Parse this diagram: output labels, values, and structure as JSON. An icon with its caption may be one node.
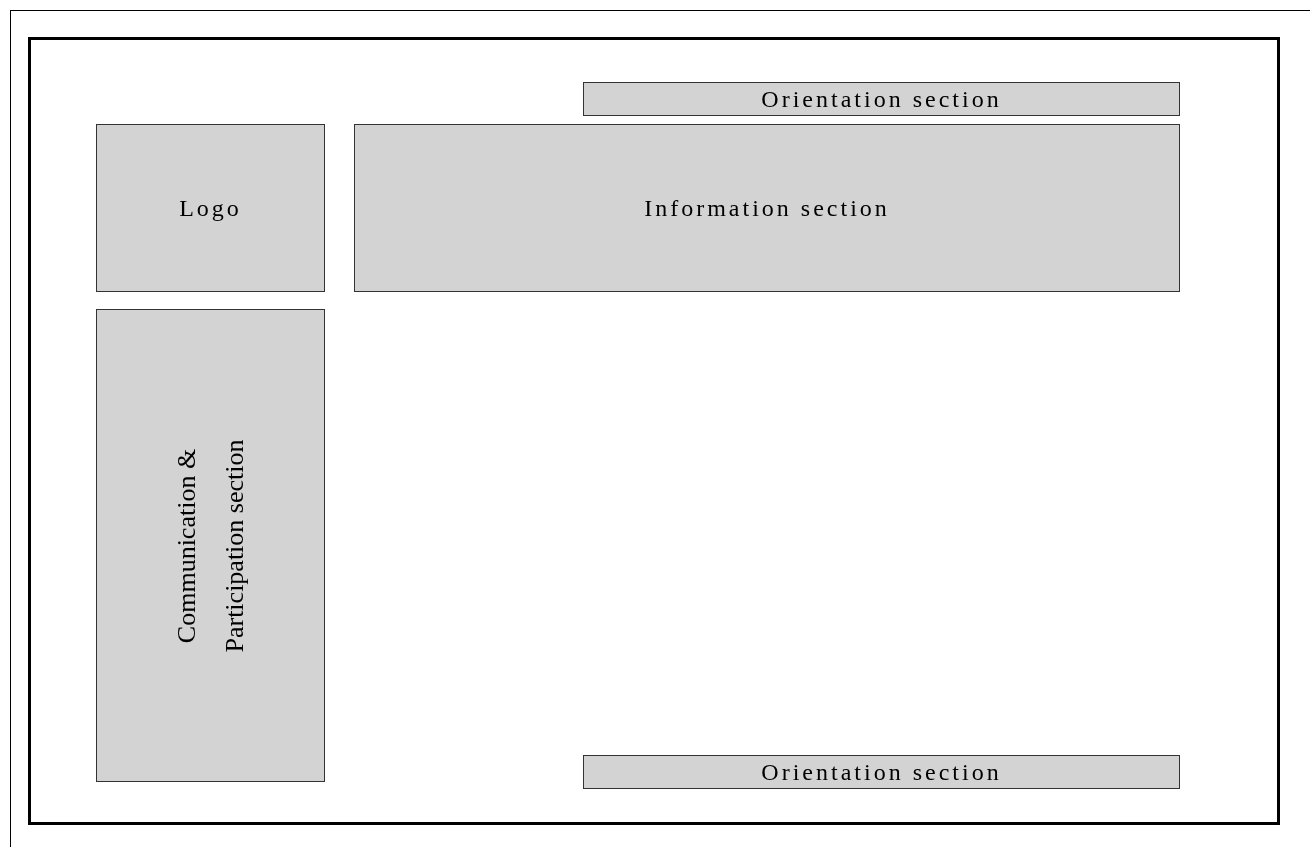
{
  "diagram": {
    "nodes": [
      {
        "text": [],
        "shape": "box"
      },
      {
        "text": [
          "Orientation section"
        ],
        "in": 0
      },
      {
        "text": [
          "Logo"
        ],
        "in": 0
      },
      {
        "text": [
          "Information section"
        ],
        "in": 0
      },
      {
        "text": [
          "Communication & Participation section"
        ],
        "in": 0
      },
      {
        "text": [
          "Orientation section"
        ],
        "in": 0
      }
    ]
  }
}
